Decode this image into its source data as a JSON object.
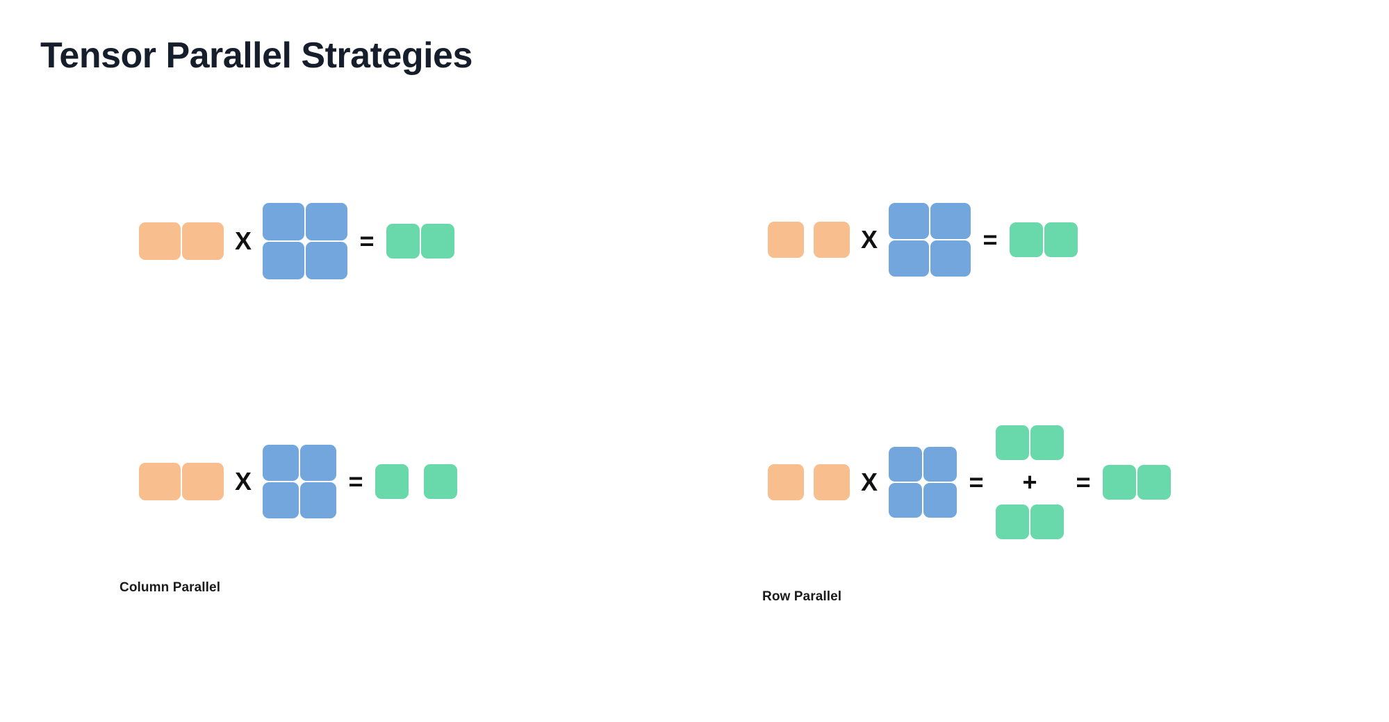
{
  "slide": {
    "title": "Tensor Parallel Strategies",
    "background_color": "#ffffff",
    "title_color": "#171e2b"
  },
  "palette": {
    "input_orange": "#f9be8e",
    "weight_blue": "#72a6dd",
    "output_green": "#69d9ab",
    "operator_black": "#111111"
  },
  "operators": {
    "multiply": "X",
    "equals": "=",
    "plus": "+"
  },
  "diagrams": [
    {
      "id": "top-left",
      "role": "unsharded-reference-column",
      "caption": "",
      "terms": [
        {
          "kind": "matrix",
          "name": "input-activations",
          "color": "input_orange",
          "rows": 1,
          "cols": 2,
          "split": "none"
        },
        {
          "kind": "operator",
          "symbol": "X"
        },
        {
          "kind": "matrix",
          "name": "weight-matrix",
          "color": "weight_blue",
          "rows": 2,
          "cols": 2,
          "split": "none"
        },
        {
          "kind": "operator",
          "symbol": "="
        },
        {
          "kind": "matrix",
          "name": "output-activations",
          "color": "output_green",
          "rows": 1,
          "cols": 2,
          "split": "none"
        }
      ]
    },
    {
      "id": "bottom-left",
      "role": "column-parallel",
      "caption": "Column Parallel",
      "terms": [
        {
          "kind": "matrix",
          "name": "input-activations",
          "color": "input_orange",
          "rows": 1,
          "cols": 2,
          "split": "none"
        },
        {
          "kind": "operator",
          "symbol": "X"
        },
        {
          "kind": "matrix",
          "name": "weight-matrix-column-sharded",
          "color": "weight_blue",
          "rows": 2,
          "cols": 2,
          "split": "columns"
        },
        {
          "kind": "operator",
          "symbol": "="
        },
        {
          "kind": "matrix",
          "name": "output-activations-column-sharded",
          "color": "output_green",
          "rows": 1,
          "cols": 2,
          "split": "columns"
        }
      ]
    },
    {
      "id": "top-right",
      "role": "unsharded-reference-row",
      "caption": "",
      "terms": [
        {
          "kind": "matrix",
          "name": "input-activations-row-sharded",
          "color": "input_orange",
          "rows": 1,
          "cols": 2,
          "split": "columns"
        },
        {
          "kind": "operator",
          "symbol": "X"
        },
        {
          "kind": "matrix",
          "name": "weight-matrix",
          "color": "weight_blue",
          "rows": 2,
          "cols": 2,
          "split": "none"
        },
        {
          "kind": "operator",
          "symbol": "="
        },
        {
          "kind": "matrix",
          "name": "output-activations",
          "color": "output_green",
          "rows": 1,
          "cols": 2,
          "split": "none"
        }
      ]
    },
    {
      "id": "bottom-right",
      "role": "row-parallel",
      "caption": "Row Parallel",
      "terms": [
        {
          "kind": "matrix",
          "name": "input-activations-row-sharded",
          "color": "input_orange",
          "rows": 1,
          "cols": 2,
          "split": "columns"
        },
        {
          "kind": "operator",
          "symbol": "X"
        },
        {
          "kind": "matrix",
          "name": "weight-matrix-row-sharded",
          "color": "weight_blue",
          "rows": 2,
          "cols": 2,
          "split": "rows"
        },
        {
          "kind": "operator",
          "symbol": "="
        },
        {
          "kind": "partial-sum-stack",
          "name": "partial-outputs",
          "color": "output_green",
          "parts": [
            {
              "name": "partial-output-shard-0",
              "rows": 1,
              "cols": 2
            },
            {
              "name": "partial-output-shard-1",
              "rows": 1,
              "cols": 2
            }
          ],
          "joiner": "+"
        },
        {
          "kind": "operator",
          "symbol": "="
        },
        {
          "kind": "matrix",
          "name": "reduced-output-activations",
          "color": "output_green",
          "rows": 1,
          "cols": 2,
          "split": "none"
        }
      ]
    }
  ],
  "captions": {
    "column_parallel": "Column Parallel",
    "row_parallel": "Row Parallel"
  }
}
